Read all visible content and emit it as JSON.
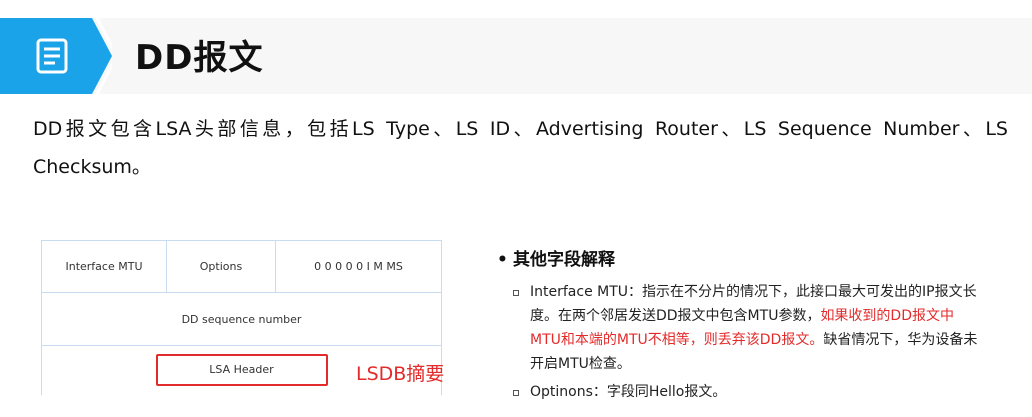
{
  "banner": {
    "title": "DD报文",
    "icon": "document-icon",
    "accent": "#1aa3e8"
  },
  "intro": "DD报文包含LSA头部信息，包括LS Type、LS ID、Advertising Router、LS Sequence Number、LS Checksum。",
  "fields": {
    "row1": [
      "Interface MTU",
      "Options",
      "0 0 0 0 0 I M MS"
    ],
    "row2": "DD sequence number",
    "row3": "LSA Header"
  },
  "lsdb_label": "LSDB摘要",
  "notes": {
    "heading_bullet": "•",
    "heading": "其他字段解释",
    "items": [
      {
        "text_a": "Interface MTU：指示在不分片的情况下，此接口最大可发出的IP报文长度。在两个邻居发送DD报文中包含MTU参数，",
        "text_red": "如果收到的DD报文中MTU和本端的MTU不相等，则丢弃该DD报文。",
        "text_b": "缺省情况下，华为设备未开启MTU检查。"
      },
      {
        "text": "Optinons：字段同Hello报文。"
      }
    ]
  },
  "colors": {
    "highlight": "#e32b2b",
    "table_border": "#c9dcef"
  }
}
